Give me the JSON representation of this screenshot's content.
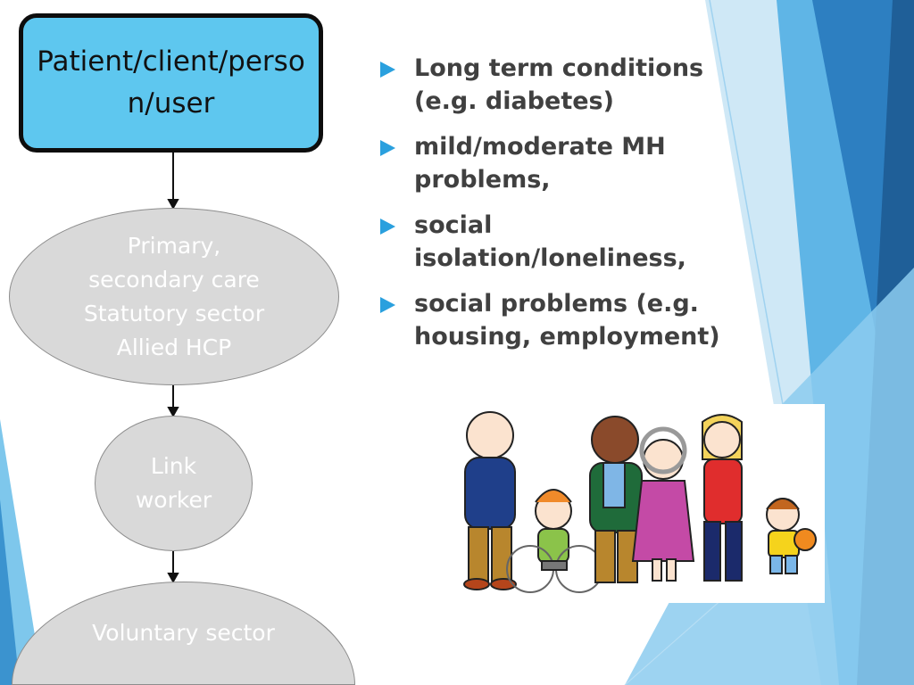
{
  "flow": {
    "top_box": "Patient/client/person/user",
    "primary_care": "Primary,\nsecondary care\nStatutory sector\nAllied HCP",
    "link_worker": "Link\nworker",
    "voluntary": "Voluntary sector"
  },
  "bullets": [
    "Long term conditions\n(e.g. diabetes)",
    "mild/moderate MH\nproblems,",
    "social\nisolation/loneliness,",
    "social problems (e.g.\nhousing, employment)"
  ],
  "colors": {
    "box_fill": "#5ec7ef",
    "ellipse_fill": "#d9d9d9",
    "bullet_marker": "#2aa0de",
    "accent_blue": "#2e83c2",
    "text": "#404040"
  },
  "illustration": {
    "icon": "people-group-illustration"
  }
}
